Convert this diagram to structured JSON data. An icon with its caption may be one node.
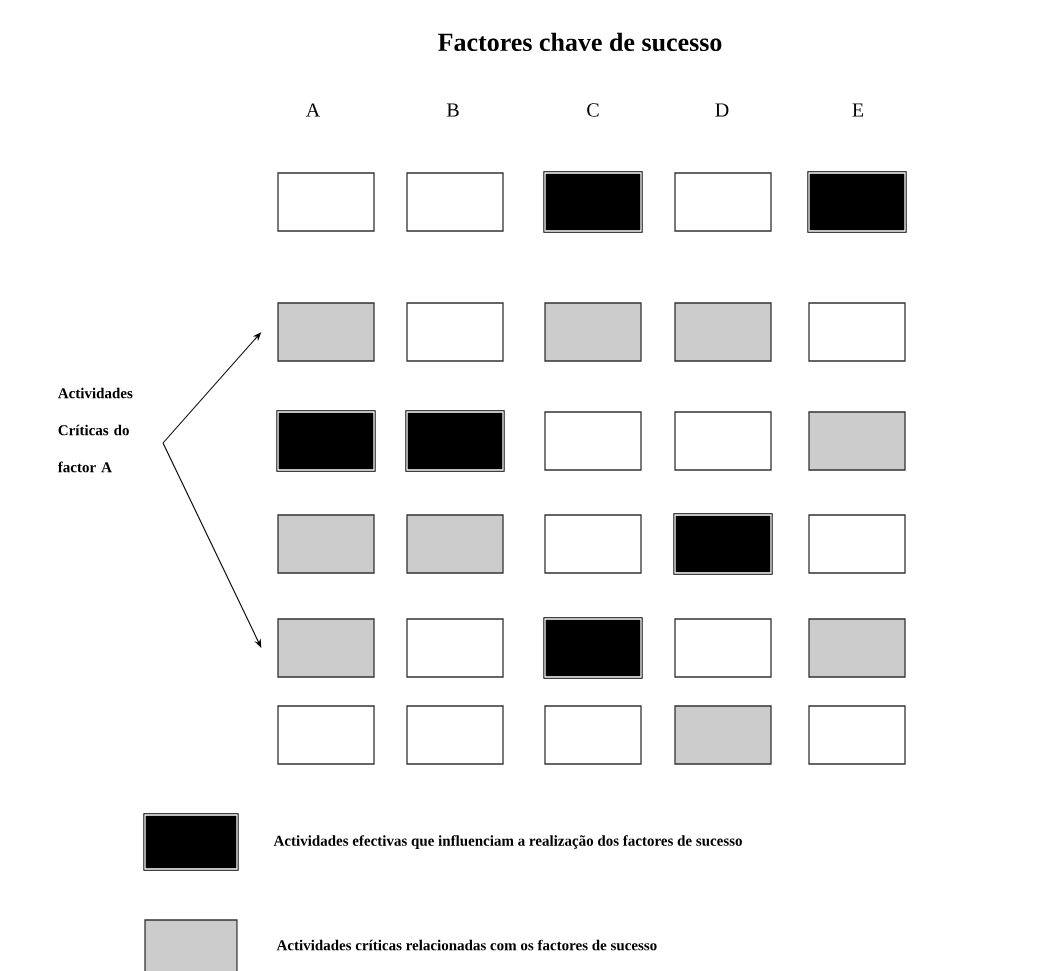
{
  "diagram": {
    "title": "Factores chave de sucesso",
    "nodes": [
      {
        "text": [
          "Actividades Críticas do factor A"
        ]
      },
      {
        "text": [],
        "shape": "box"
      },
      {
        "text": [],
        "shape": "box"
      },
      {
        "text": [],
        "shape": "box"
      },
      {
        "text": [],
        "shape": "box"
      },
      {
        "text": [],
        "shape": "box"
      },
      {
        "text": [],
        "shape": "box"
      },
      {
        "text": [],
        "shape": "box"
      },
      {
        "text": [],
        "shape": "box"
      },
      {
        "text": [],
        "shape": "box"
      },
      {
        "text": [],
        "shape": "box"
      },
      {
        "text": [],
        "shape": "box"
      },
      {
        "text": [],
        "shape": "box"
      },
      {
        "text": [],
        "shape": "box"
      },
      {
        "text": [],
        "shape": "box"
      },
      {
        "text": [],
        "shape": "box"
      },
      {
        "text": [],
        "shape": "box"
      },
      {
        "text": [],
        "shape": "box"
      },
      {
        "text": [],
        "shape": "box"
      },
      {
        "text": [],
        "shape": "box"
      },
      {
        "text": [],
        "shape": "box"
      },
      {
        "text": [],
        "shape": "box"
      },
      {
        "text": [],
        "shape": "box"
      },
      {
        "text": [],
        "shape": "box"
      },
      {
        "text": [],
        "shape": "box"
      },
      {
        "text": [],
        "shape": "box"
      },
      {
        "text": [],
        "shape": "box"
      },
      {
        "text": [],
        "shape": "box"
      },
      {
        "text": [],
        "shape": "box"
      },
      {
        "text": [],
        "shape": "box"
      },
      {
        "text": [],
        "shape": "box"
      }
    ],
    "edges": [
      {
        "from": 0,
        "to": 6,
        "arrow": "to"
      },
      {
        "from": 0,
        "to": 21,
        "arrow": "to"
      }
    ],
    "labels": [
      "A",
      "B",
      "C",
      "D",
      "E"
    ],
    "legend": [
      {
        "text": "Actividades efectivas que influenciam a realização dos factores de sucesso",
        "color": "#000000"
      },
      {
        "text": "Actividades críticas relacionadas com os factores de sucesso",
        "color": "#cccccc"
      }
    ]
  }
}
